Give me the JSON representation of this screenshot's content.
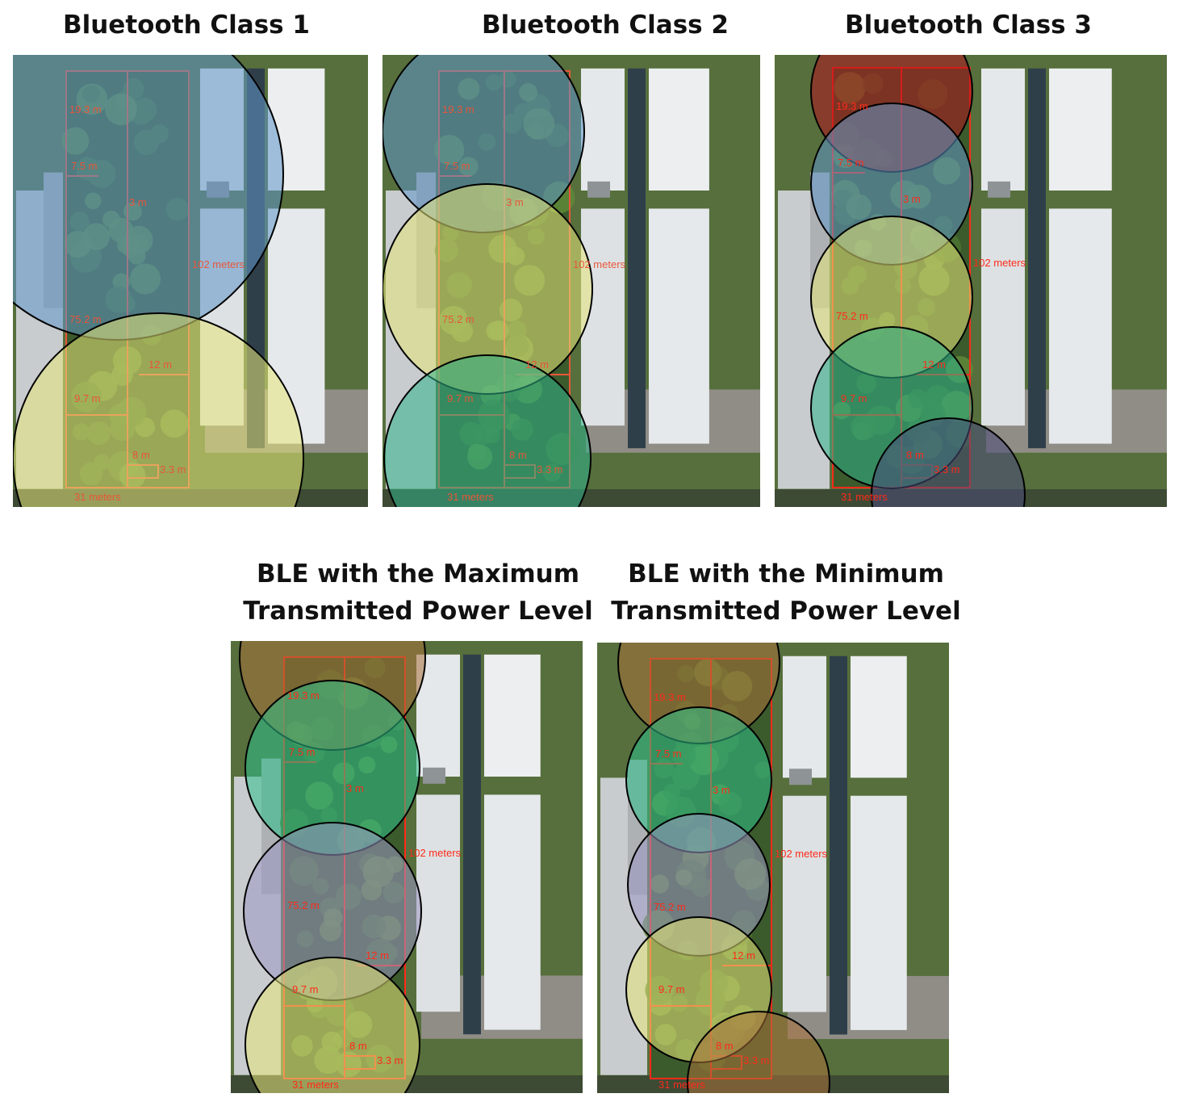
{
  "figure": {
    "panels": [
      {
        "title_lines": [
          "Bluetooth Class 1"
        ],
        "labels": {
          "length": "102 meters",
          "width": "31 meters",
          "a": "19.3 m",
          "b": "7.5 m",
          "c": "3 m",
          "d": "75.2 m",
          "e": "12 m",
          "f": "9.7 m",
          "g": "8 m",
          "h": "3.3 m"
        },
        "coverage": [
          {
            "color": "#5f95c8",
            "label": "blue"
          },
          {
            "color": "#e6e67a",
            "label": "yellow"
          }
        ]
      },
      {
        "title_lines": [
          "Bluetooth Class 2"
        ],
        "labels": {
          "length": "102 meters",
          "width": "31 meters",
          "a": "19.3 m",
          "b": "7.5 m",
          "c": "3 m",
          "d": "75.2 m",
          "e": "12 m",
          "f": "9.7 m",
          "g": "8 m",
          "h": "3.3 m"
        },
        "coverage": [
          {
            "color": "#5f95c8",
            "label": "blue"
          },
          {
            "color": "#e6e67a",
            "label": "yellow"
          },
          {
            "color": "#2fb38a",
            "label": "green"
          }
        ]
      },
      {
        "title_lines": [
          "Bluetooth Class 3"
        ],
        "labels": {
          "length": "102 meters",
          "width": "31 meters",
          "a": "19.3 m",
          "b": "7.5 m",
          "c": "3 m",
          "d": "75.2 m",
          "e": "12 m",
          "f": "9.7 m",
          "g": "8 m",
          "h": "3.3 m"
        },
        "coverage": [
          {
            "color": "#b3131d",
            "label": "red"
          },
          {
            "color": "#5f95c8",
            "label": "blue"
          },
          {
            "color": "#e6e67a",
            "label": "yellow"
          },
          {
            "color": "#2fb38a",
            "label": "green"
          },
          {
            "color": "#4b4a7a",
            "label": "navy"
          }
        ]
      },
      {
        "title_lines": [
          "BLE with the Maximum",
          "Transmitted Power Level"
        ],
        "labels": {
          "length": "102 meters",
          "width": "31 meters",
          "a": "19.3 m",
          "b": "7.5 m",
          "c": "3 m",
          "d": "75.2 m",
          "e": "12 m",
          "f": "9.7 m",
          "g": "8 m",
          "h": "3.3 m"
        },
        "coverage": [
          {
            "color": "#a9713b",
            "label": "brown"
          },
          {
            "color": "#2ec08a",
            "label": "green"
          },
          {
            "color": "#9a98c4",
            "label": "lavender"
          },
          {
            "color": "#e6e67a",
            "label": "yellow"
          }
        ]
      },
      {
        "title_lines": [
          "BLE with the Minimum",
          "Transmitted Power Level"
        ],
        "labels": {
          "length": "102 meters",
          "width": "31 meters",
          "a": "19.3 m",
          "b": "7.5 m",
          "c": "3 m",
          "d": "75.2 m",
          "e": "12 m",
          "f": "9.7 m",
          "g": "8 m",
          "h": "3.3 m"
        },
        "coverage": [
          {
            "color": "#a9713b",
            "label": "brown"
          },
          {
            "color": "#2ec08a",
            "label": "green"
          },
          {
            "color": "#9a98c4",
            "label": "lavender"
          },
          {
            "color": "#e6e67a",
            "label": "yellow"
          },
          {
            "color": "#a9713b",
            "label": "brown"
          }
        ]
      }
    ]
  }
}
